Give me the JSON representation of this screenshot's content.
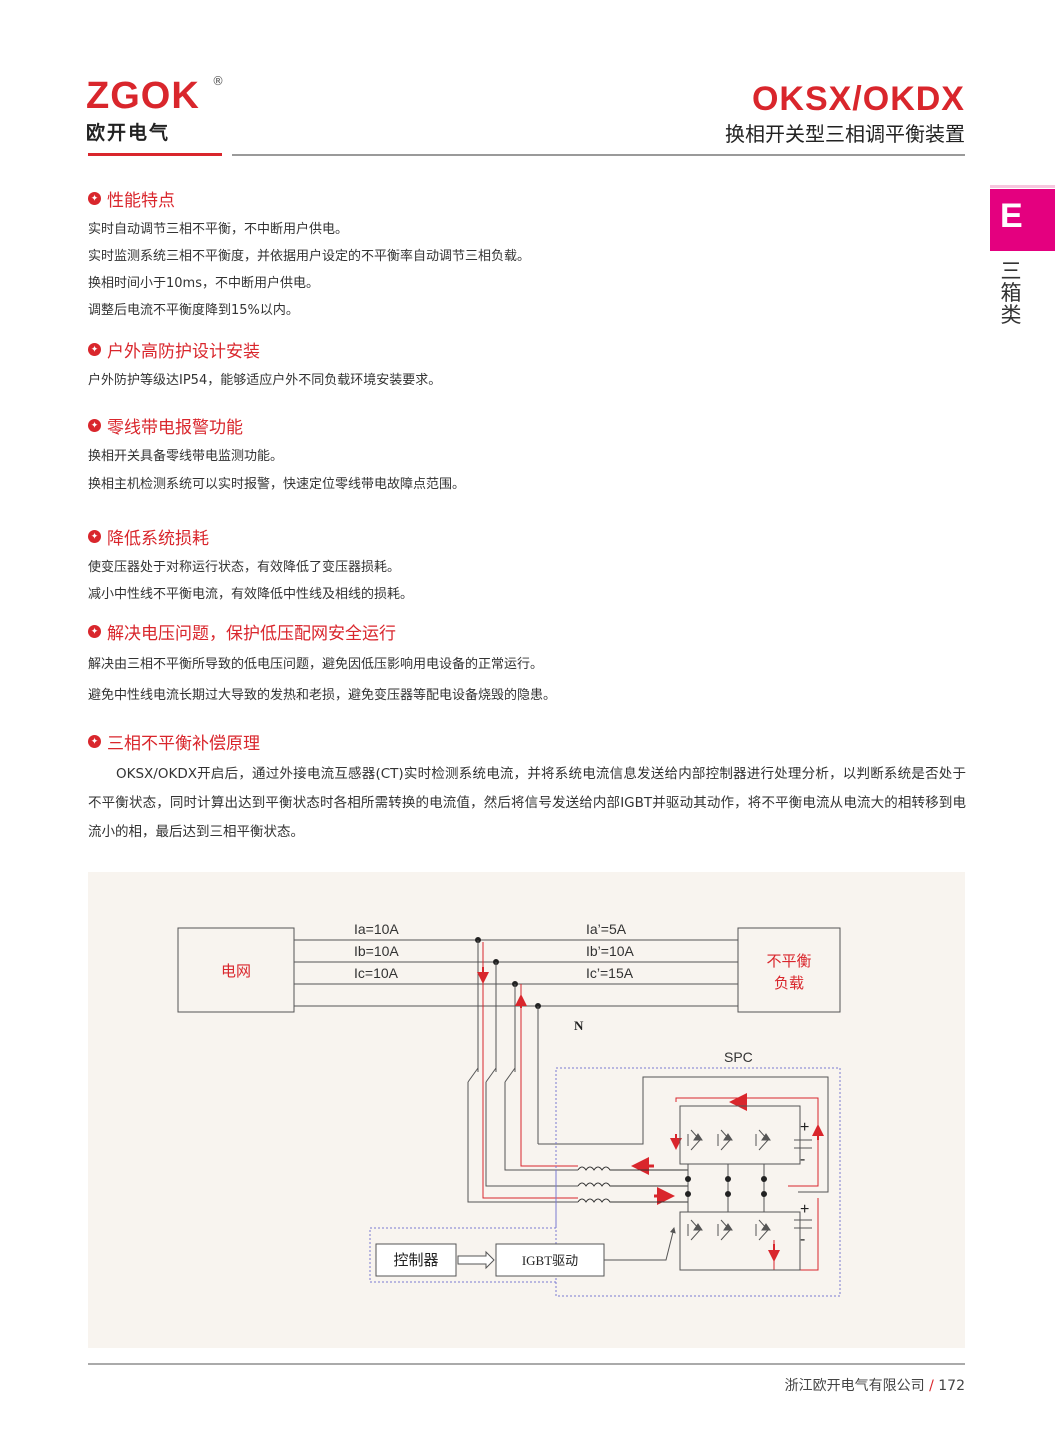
{
  "brand": {
    "name": "ZGOK",
    "reg": "®",
    "cn": "欧开电气"
  },
  "header": {
    "model": "OKSX/OKDX",
    "subtitle": "换相开关型三相调平衡装置"
  },
  "side_tab": {
    "letter": "E",
    "label": "三箱类"
  },
  "sections": [
    {
      "title": "性能特点",
      "lines": [
        "实时自动调节三相不平衡，不中断用户供电。",
        "实时监测系统三相不平衡度，并依据用户设定的不平衡率自动调节三相负载。",
        "换相时间小于10ms，不中断用户供电。",
        "调整后电流不平衡度降到15%以内。"
      ]
    },
    {
      "title": "户外高防护设计安装",
      "lines": [
        "户外防护等级达IP54，能够适应户外不同负载环境安装要求。"
      ]
    },
    {
      "title": "零线带电报警功能",
      "lines": [
        "换相开关具备零线带电监测功能。",
        "换相主机检测系统可以实时报警，快速定位零线带电故障点范围。"
      ]
    },
    {
      "title": "降低系统损耗",
      "lines": [
        "使变压器处于对称运行状态，有效降低了变压器损耗。",
        "减小中性线不平衡电流，有效降低中性线及相线的损耗。"
      ]
    },
    {
      "title": "解决电压问题，保护低压配网安全运行",
      "lines": [
        "解决由三相不平衡所导致的低电压问题，避免因低压影响用电设备的正常运行。",
        "避免中性线电流长期过大导致的发热和老损，避免变压器等配电设备烧毁的隐患。"
      ]
    },
    {
      "title": "三相不平衡补偿原理",
      "lines": []
    }
  ],
  "principle_text": "OKSX/OKDX开启后，通过外接电流互感器(CT)实时检测系统电流，并将系统电流信息发送给内部控制器进行处理分析，以判断系统是否处于不平衡状态，同时计算出达到平衡状态时各相所需转换的电流值，然后将信号发送给内部IGBT并驱动其动作，将不平衡电流从电流大的相转移到电流小的相，最后达到三相平衡状态。",
  "diagram": {
    "grid_label": "电网",
    "load_label_1": "不平衡",
    "load_label_2": "负载",
    "in_currents": [
      "Ia=10A",
      "Ib=10A",
      "Ic=10A"
    ],
    "out_currents": [
      "Ia’=5A",
      "Ib’=10A",
      "Ic’=15A"
    ],
    "neutral_label": "N",
    "spc_label": "SPC",
    "controller_label": "控制器",
    "driver_label": "IGBT驱动",
    "plus": "+",
    "minus": "-"
  },
  "footer": {
    "company": "浙江欧开电气有限公司",
    "slash": "/",
    "page": "172"
  },
  "colors": {
    "brand_red": "#d9262c",
    "tab_magenta": "#e4007f",
    "diagram_bg": "#f8f4ef"
  }
}
